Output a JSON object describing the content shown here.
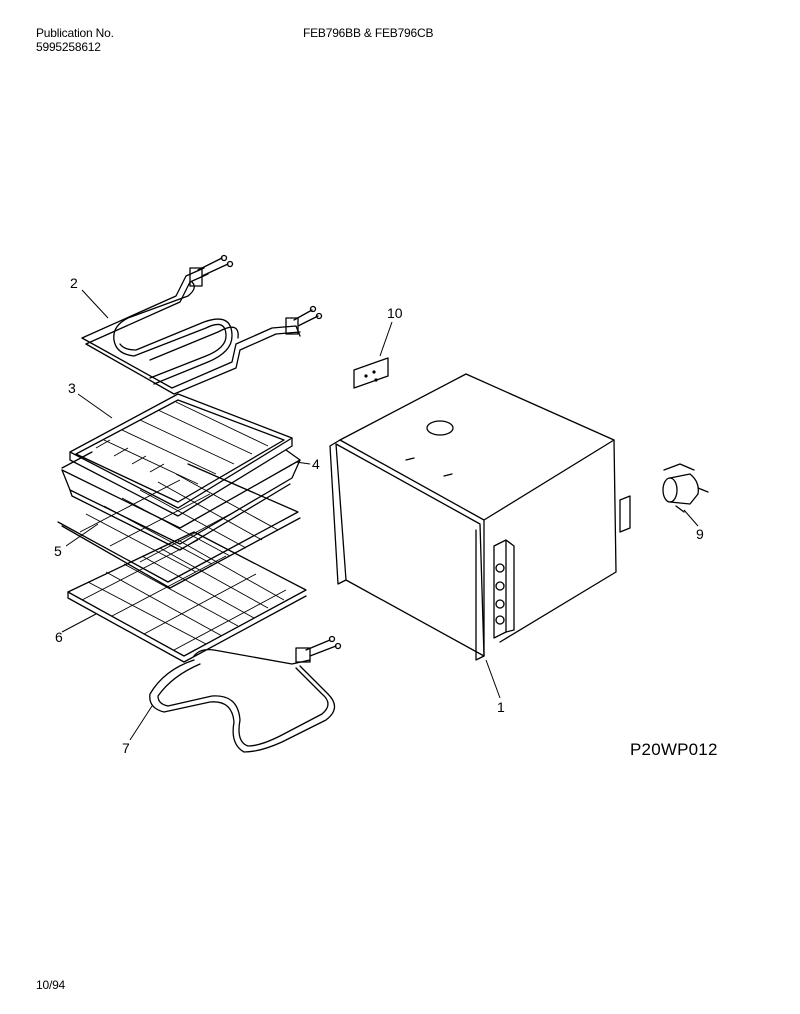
{
  "header": {
    "publication_label": "Publication No.",
    "publication_number": "5995258612",
    "models": "FEB796BB & FEB796CB"
  },
  "figure_code": "P20WP012",
  "footer_date": "10/94",
  "callouts": [
    {
      "id": "c1",
      "label": "1"
    },
    {
      "id": "c2",
      "label": "2"
    },
    {
      "id": "c3",
      "label": "3"
    },
    {
      "id": "c4",
      "label": "4"
    },
    {
      "id": "c5",
      "label": "5"
    },
    {
      "id": "c6",
      "label": "6"
    },
    {
      "id": "c7",
      "label": "7"
    },
    {
      "id": "c9",
      "label": "9"
    },
    {
      "id": "c10",
      "label": "10"
    }
  ]
}
